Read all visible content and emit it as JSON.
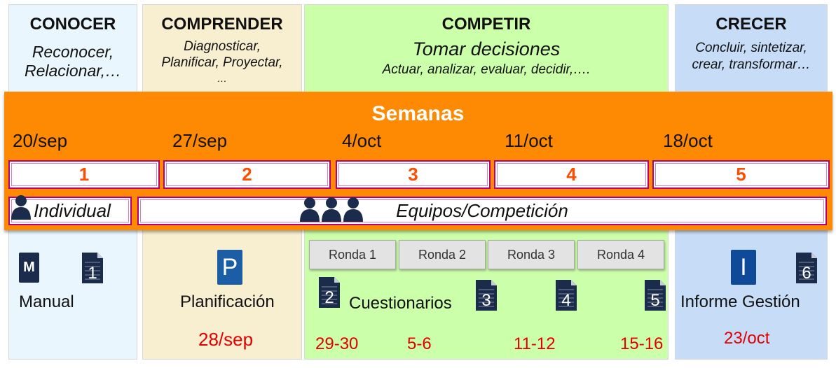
{
  "stages": [
    {
      "title": "CONOCER",
      "lines": [
        "Reconocer,",
        "Relacionar,…"
      ]
    },
    {
      "title": "COMPRENDER",
      "lines": [
        "Diagnosticar,",
        "Planificar, Proyectar,",
        "…"
      ]
    },
    {
      "title": "COMPETIR",
      "lines": [
        "Tomar decisiones",
        "Actuar, analizar, evaluar, decidir,…."
      ]
    },
    {
      "title": "CRECER",
      "lines": [
        "Concluir, sintetizar,",
        "crear, transformar…"
      ]
    }
  ],
  "band": {
    "title": "Semanas",
    "dates": [
      "20/sep",
      "27/sep",
      "4/oct",
      "11/oct",
      "18/oct"
    ],
    "weeks": [
      "1",
      "2",
      "3",
      "4",
      "5"
    ],
    "individual": "Individual",
    "teams": "Equipos/Competición"
  },
  "rondas": [
    "Ronda 1",
    "Ronda 2",
    "Ronda 3",
    "Ronda 4"
  ],
  "docs": [
    "1",
    "2",
    "3",
    "4",
    "5",
    "6"
  ],
  "icons": {
    "manual": "M",
    "plan": "P",
    "informe": "I"
  },
  "labels": {
    "manual": "Manual",
    "planificacion": "Planificación",
    "cuestionarios": "Cuestionarios",
    "informe": "Informe Gestión"
  },
  "deadlines": {
    "plan": "28/sep",
    "r1": "29-30",
    "r2": "5-6",
    "r3": "11-12",
    "r4": "15-16",
    "informe": "23/oct"
  },
  "colors": {
    "conocer": "#eaf6fd",
    "comprender": "#f8efd0",
    "competir": "#ccffaa",
    "crecer": "#c7dcf6",
    "band": "#fe8a03",
    "accent": "#ff4d00",
    "deadline": "#e30000"
  }
}
